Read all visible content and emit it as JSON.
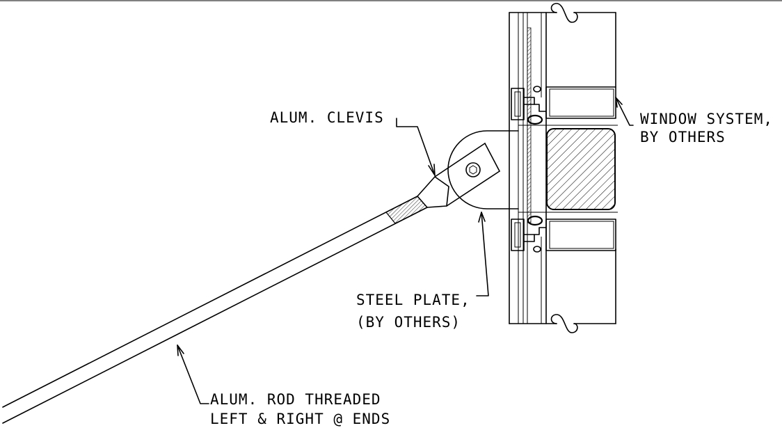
{
  "labels": {
    "clevis": "ALUM. CLEVIS",
    "window_line1": "WINDOW SYSTEM,",
    "window_line2": "BY OTHERS",
    "plate_line1": "STEEL PLATE,",
    "plate_line2": "(BY OTHERS)",
    "rod_line1": "ALUM. ROD THREADED",
    "rod_line2": "LEFT & RIGHT @ ENDS"
  },
  "colors": {
    "ink": "#000000",
    "background": "#ffffff"
  }
}
